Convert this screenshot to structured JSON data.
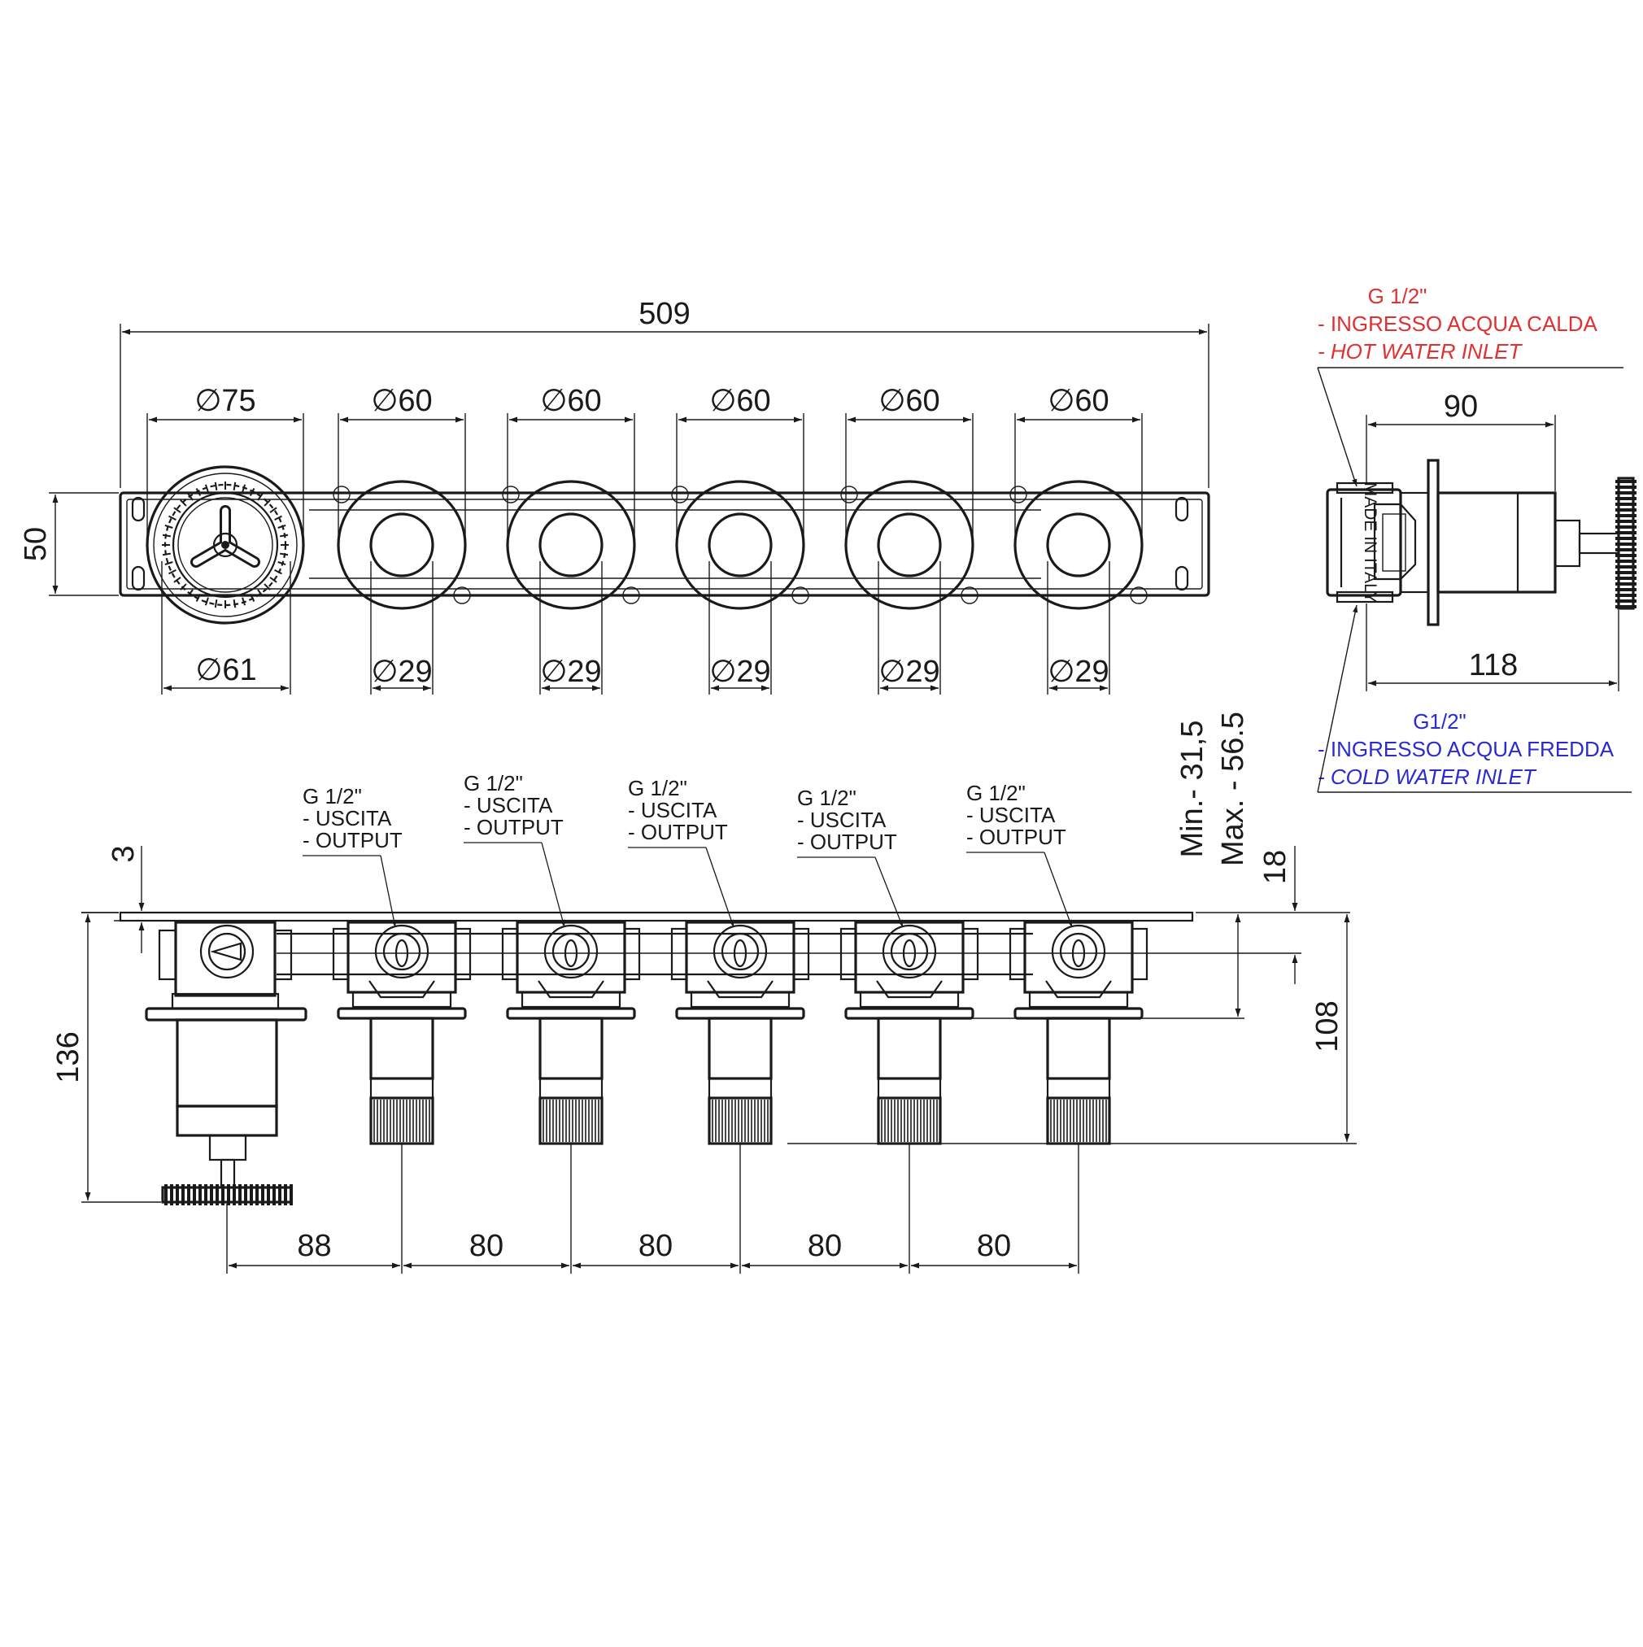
{
  "colors": {
    "ink": "#1a1a1a",
    "hot": "#e03030",
    "cold": "#2a2ad0"
  },
  "front_view": {
    "overall_width": "509",
    "height": "50",
    "diam_main_outer": "∅75",
    "diam_main_inner": "∅61",
    "diam_valves": [
      "∅60",
      "∅60",
      "∅60",
      "∅60",
      "∅60"
    ],
    "diam_knobs": [
      "∅29",
      "∅29",
      "∅29",
      "∅29",
      "∅29"
    ]
  },
  "side_view": {
    "depth_body": "90",
    "depth_total": "118",
    "hot_inlet": {
      "size": "G 1/2\"",
      "it": "- INGRESSO ACQUA CALDA",
      "en": "- HOT WATER INLET"
    },
    "cold_inlet": {
      "size": "G1/2\"",
      "it": "- INGRESSO ACQUA FREDDA",
      "en": "- COLD WATER INLET"
    }
  },
  "top_view": {
    "outputs": [
      {
        "size": "G 1/2\"",
        "it": "- USCITA",
        "en": "- OUTPUT"
      },
      {
        "size": "G 1/2\"",
        "it": "- USCITA",
        "en": "- OUTPUT"
      },
      {
        "size": "G 1/2\"",
        "it": "- USCITA",
        "en": "- OUTPUT"
      },
      {
        "size": "G 1/2\"",
        "it": "- USCITA",
        "en": "- OUTPUT"
      },
      {
        "size": "G 1/2\"",
        "it": "- USCITA",
        "en": "- OUTPUT"
      }
    ],
    "plate_thickness": "3",
    "outlet_offset": "18",
    "install_min": "Min.- 31,5",
    "install_max": "Max. - 56.5",
    "depth_valves": "108",
    "depth_mixer": "136",
    "spacing": [
      "88",
      "80",
      "80",
      "80",
      "80"
    ]
  },
  "stamp": "MADE IN ITALY"
}
